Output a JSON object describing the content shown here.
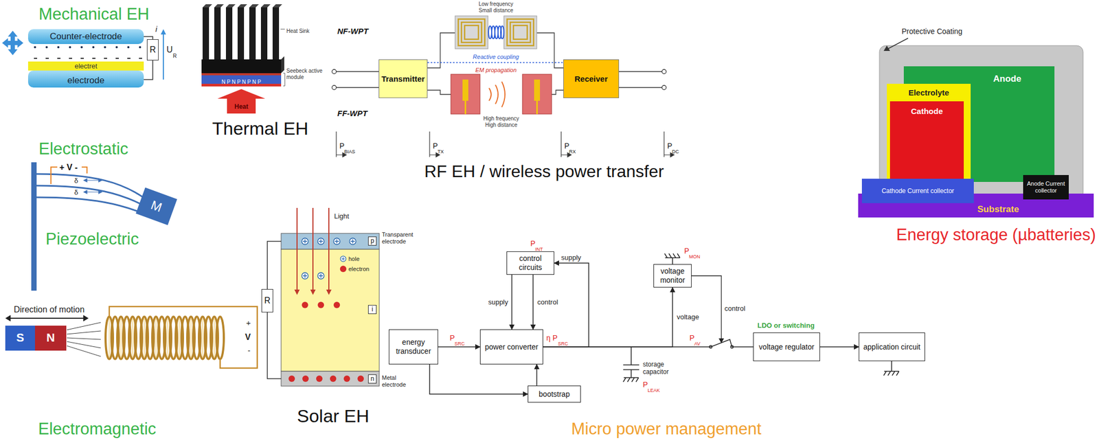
{
  "diagram": {
    "nodes": [
      {
        "text": [
          "Counter-electrode"
        ]
      },
      {
        "text": [
          "electret"
        ]
      },
      {
        "text": [
          "electrode"
        ]
      },
      {
        "text": [
          "R"
        ]
      },
      {
        "text": [
          "M"
        ]
      },
      {
        "text": [
          "S"
        ]
      },
      {
        "text": [
          "N"
        ]
      },
      {
        "text": [
          "Transmitter"
        ]
      },
      {
        "text": [
          "Receiver"
        ]
      },
      {
        "text": [
          "R"
        ]
      },
      {
        "text": [
          "p"
        ]
      },
      {
        "text": [
          "i"
        ]
      },
      {
        "text": [
          "n"
        ]
      },
      {
        "text": [
          "Anode"
        ]
      },
      {
        "text": [
          "Electrolyte"
        ]
      },
      {
        "text": [
          "Cathode"
        ]
      },
      {
        "text": [
          "Cathode Current collector"
        ]
      },
      {
        "text": [
          "Substrate"
        ]
      },
      {
        "text": [
          "Anode Current collector"
        ]
      },
      {
        "text": [
          "control circuits"
        ]
      },
      {
        "text": [
          "voltage monitor"
        ]
      },
      {
        "text": [
          "energy transducer"
        ]
      },
      {
        "text": [
          "power converter"
        ]
      },
      {
        "text": [
          "bootstrap"
        ]
      },
      {
        "text": [
          "voltage regulator"
        ]
      },
      {
        "text": [
          "application circuit"
        ]
      }
    ],
    "edges": [
      {
        "from": 0,
        "to": 3,
        "arrow": "none"
      },
      {
        "from": 3,
        "to": 2,
        "arrow": "none"
      },
      {
        "from": 21,
        "to": 22,
        "arrow": "to"
      },
      {
        "from": 19,
        "to": 22,
        "label": "supply",
        "arrow": "to"
      },
      {
        "from": 19,
        "to": 22,
        "label": "control",
        "arrow": "to"
      },
      {
        "from": 22,
        "to": 19,
        "label": "supply",
        "arrow": "to"
      },
      {
        "from": 22,
        "to": 20,
        "label": "voltage",
        "arrow": "to"
      },
      {
        "from": 22,
        "to": 24,
        "arrow": "none"
      },
      {
        "from": 24,
        "to": 25,
        "arrow": "to"
      },
      {
        "from": 21,
        "to": 23,
        "arrow": "to"
      },
      {
        "from": 23,
        "to": 22,
        "arrow": "to"
      }
    ],
    "labels": [
      "Mechanical EH",
      "i",
      "U",
      "R",
      "Electrostatic",
      "+ V -",
      "δ",
      "δ",
      "Piezoelectric",
      "Direction of motion",
      "+",
      "V",
      "-",
      "Electromagnetic",
      "Heat Sink",
      "Seebeck active module",
      "N P N P N P N P",
      "Heat",
      "Thermal EH",
      "Light",
      "Transparent electrode",
      "Metal electrode",
      "Solar EH",
      "NF-WPT",
      "FF-WPT",
      "Low frequency Small distance",
      "Reactive coupling",
      "EM propagation",
      "High frequency High distance",
      "P",
      "BIAS",
      "P",
      "TX",
      "P",
      "RX",
      "P",
      "DC",
      "RF EH / wireless power transfer",
      "Protective Coating",
      "Energy storage (µbatteries)",
      "P",
      "SRC",
      "η P",
      "SRC",
      "P",
      "INT",
      "P",
      "MON",
      "P",
      "AV",
      "P",
      "LEAK",
      "control",
      "storage capacitor",
      "LDO or switching",
      "Micro power management"
    ],
    "legend": [
      {
        "text": "hole"
      },
      {
        "text": "electron",
        "color": "#d42a2a"
      }
    ]
  }
}
